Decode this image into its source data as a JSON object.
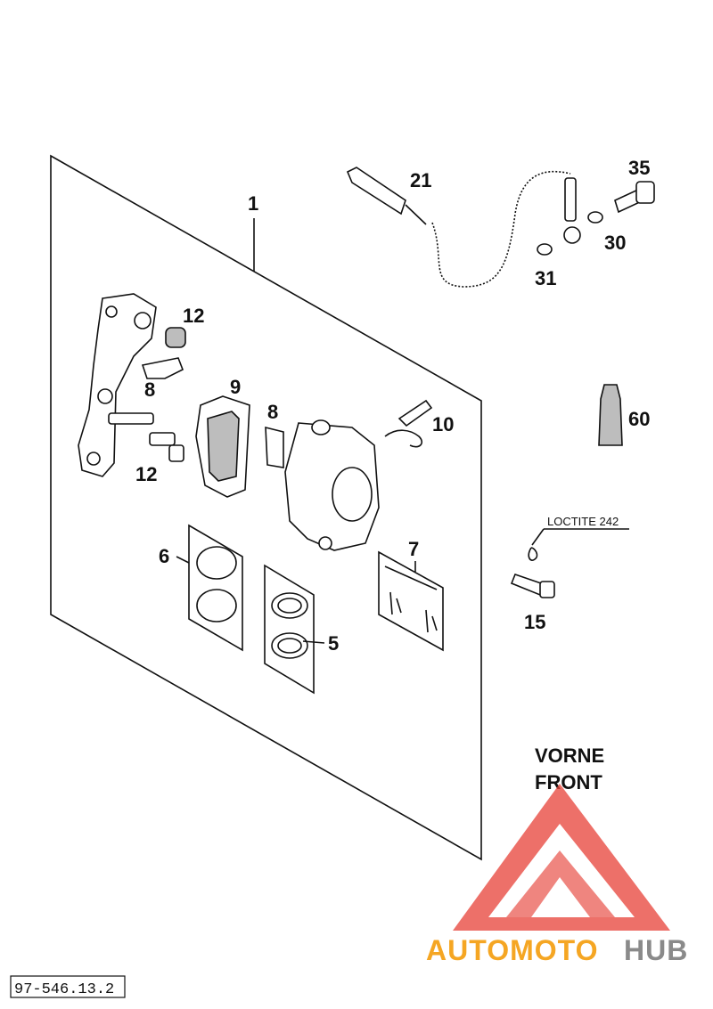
{
  "diagram": {
    "part_numbers": {
      "kit": "1",
      "piston_seals": "5",
      "pistons": "6",
      "pin_kit": "7",
      "pad_spring_upper": "8",
      "pad_spring_lower": "8",
      "brake_pad": "9",
      "bleeder_screw": "10",
      "bushing_upper": "12",
      "bushing_lower": "12",
      "screw": "15",
      "brake_line": "21",
      "washer_30": "30",
      "washer_31": "31",
      "banjo_bolt": "35",
      "threadlocker": "60"
    },
    "loctite_label": "LOCTITE 242",
    "direction": [
      "VORNE",
      "FRONT"
    ],
    "watermark": {
      "part1": "AUTOMOTO",
      "part2": "HUB"
    },
    "figure_id": "97-546.13.2"
  },
  "colors": {
    "ink": "#111111",
    "watermark_red": "#e8493f",
    "watermark_orange": "#f5a623",
    "watermark_grey": "#8a8a8a"
  }
}
